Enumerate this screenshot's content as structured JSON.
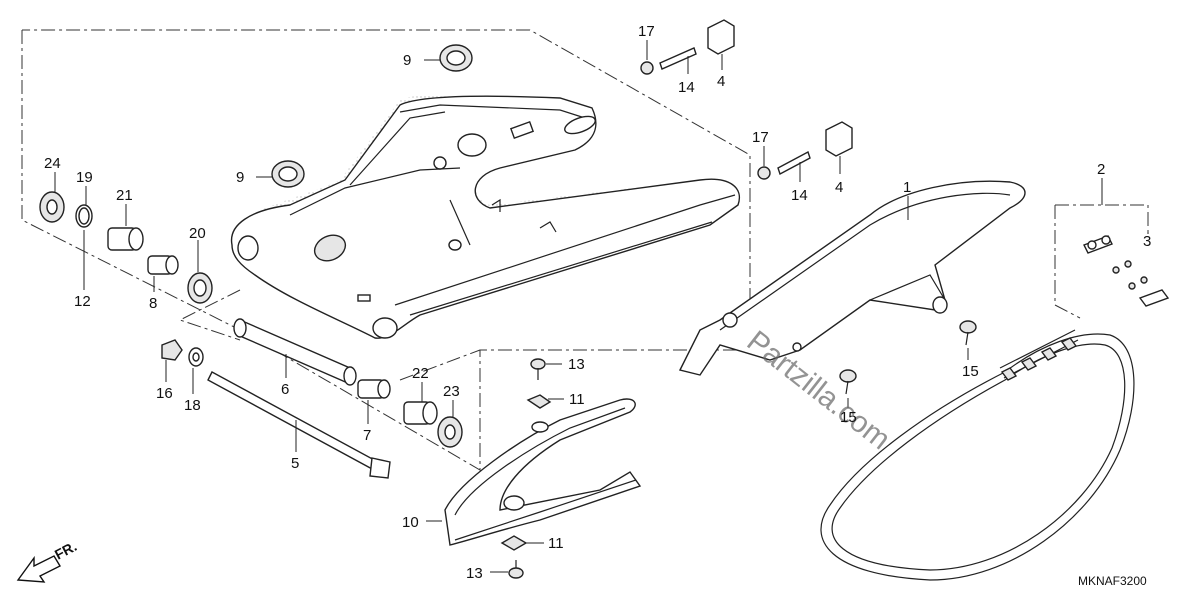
{
  "diagram": {
    "reference_code": "MKNAF3200",
    "front_marker": "FR.",
    "watermark": "Partzilla.com",
    "callouts": [
      "1",
      "2",
      "3",
      "4",
      "4",
      "5",
      "6",
      "7",
      "8",
      "9",
      "9",
      "10",
      "11",
      "11",
      "12",
      "13",
      "13",
      "14",
      "14",
      "15",
      "15",
      "16",
      "17",
      "17",
      "18",
      "19",
      "20",
      "21",
      "22",
      "23",
      "24"
    ]
  },
  "colors": {
    "line": "#222222",
    "background": "#ffffff",
    "dot_shading": "#cfcfcf"
  }
}
